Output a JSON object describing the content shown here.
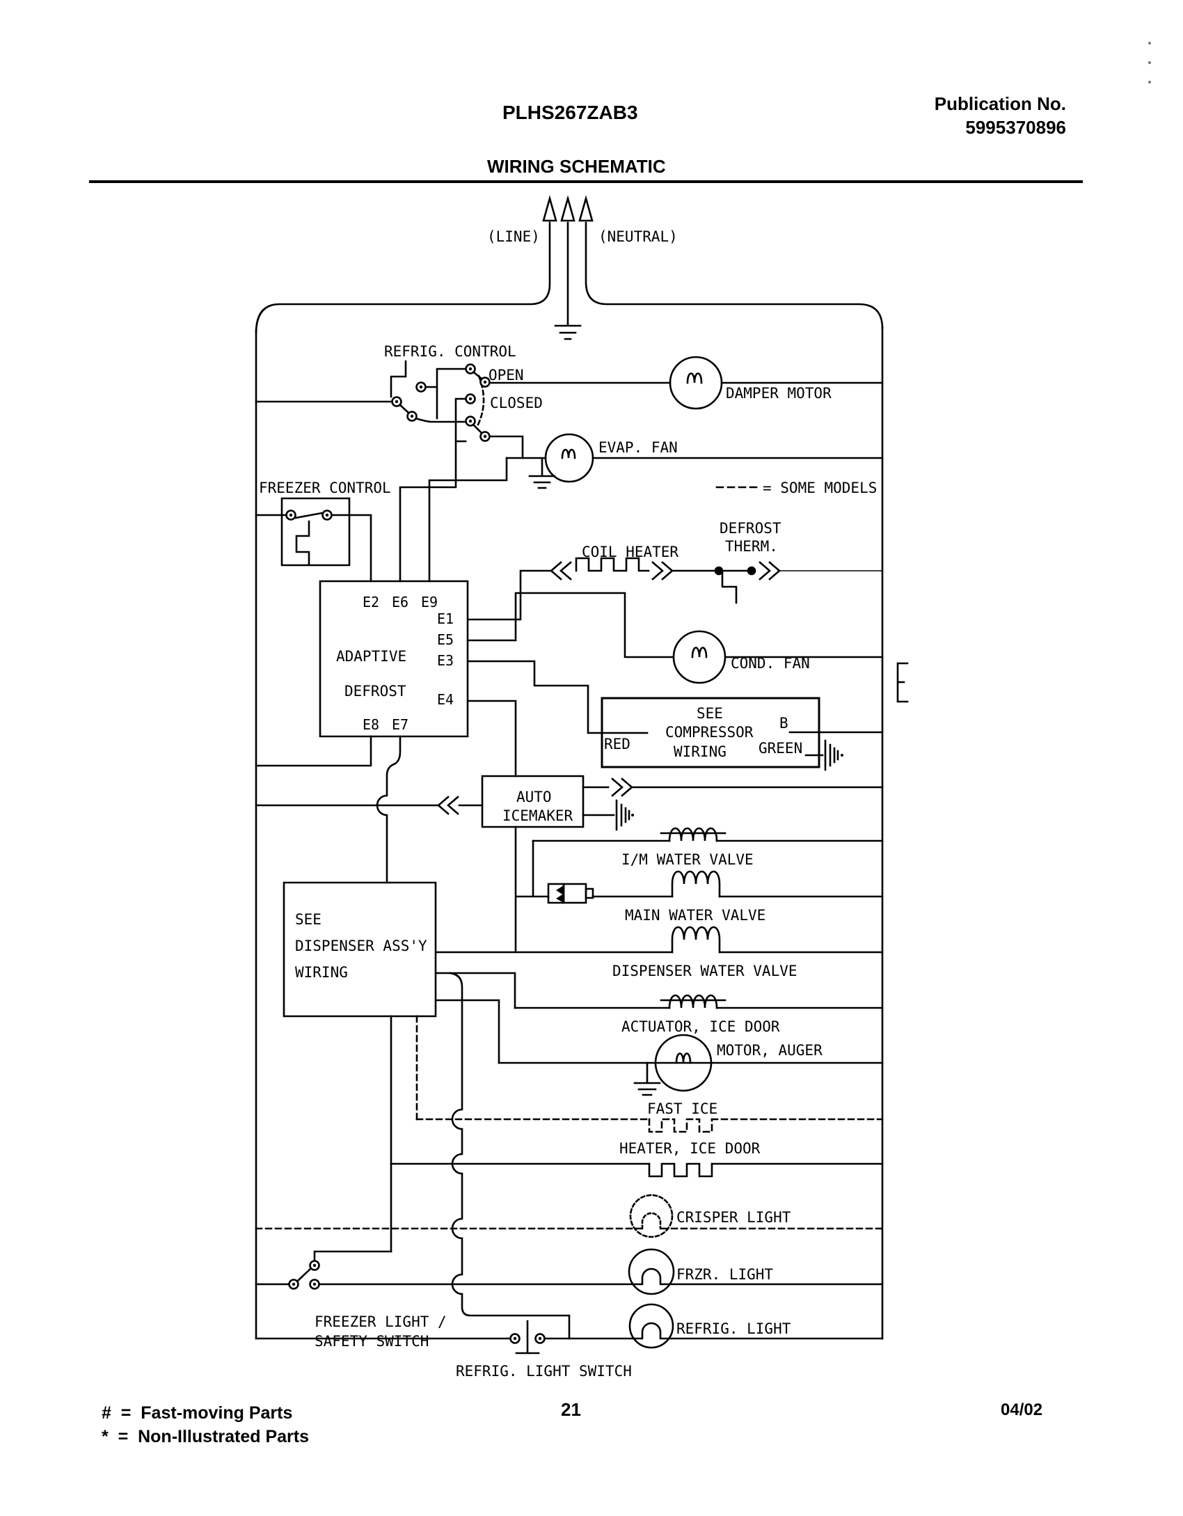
{
  "header": {
    "model": "PLHS267ZAB3",
    "publication_label": "Publication No.",
    "publication_number": "5995370896",
    "title": "WIRING SCHEMATIC"
  },
  "power": {
    "line": "(LINE)",
    "neutral": "(NEUTRAL)"
  },
  "legend": {
    "some_models": "= SOME MODELS"
  },
  "controls": {
    "refrig_control": "REFRIG. CONTROL",
    "open": "OPEN",
    "closed": "CLOSED",
    "freezer_control": "FREEZER CONTROL"
  },
  "components": {
    "damper_motor": "DAMPER MOTOR",
    "evap_fan": "EVAP. FAN",
    "coil_heater": "COIL HEATER",
    "defrost_therm_line1": "DEFROST",
    "defrost_therm_line2": "THERM.",
    "cond_fan": "COND. FAN",
    "im_water_valve": "I/M WATER VALVE",
    "main_water_valve": "MAIN WATER VALVE",
    "dispenser_water_valve": "DISPENSER WATER VALVE",
    "actuator_ice_door": "ACTUATOR, ICE DOOR",
    "motor_auger": "MOTOR, AUGER",
    "fast_ice": "FAST ICE",
    "heater_ice_door": "HEATER, ICE DOOR",
    "crisper_light": "CRISPER LIGHT",
    "frzr_light": "FRZR. LIGHT",
    "refrig_light": "REFRIG. LIGHT",
    "freezer_light_safety_line1": "FREEZER LIGHT /",
    "freezer_light_safety_line2": "SAFETY SWITCH",
    "refrig_light_switch": "REFRIG. LIGHT SWITCH"
  },
  "adaptive_defrost": {
    "line1": "ADAPTIVE",
    "line2": "DEFROST",
    "e1": "E1",
    "e2": "E2",
    "e3": "E3",
    "e4": "E4",
    "e5": "E5",
    "e6": "E6",
    "e7": "E7",
    "e8": "E8",
    "e9": "E9"
  },
  "auto_icemaker": {
    "line1": "AUTO",
    "line2": "ICEMAKER"
  },
  "compressor_box": {
    "line1": "SEE",
    "line2": "COMPRESSOR",
    "line3": "WIRING",
    "red": "RED",
    "b": "B",
    "green": "GREEN"
  },
  "dispenser_box": {
    "line1": "SEE",
    "line2": "DISPENSER ASS'Y",
    "line3": "WIRING"
  },
  "footer": {
    "fast_moving": "#  =  Fast-moving Parts",
    "non_illustrated": "*  =  Non-Illustrated Parts",
    "page": "21",
    "date": "04/02"
  },
  "colors": {
    "ink": "#000000",
    "paper": "#ffffff"
  }
}
